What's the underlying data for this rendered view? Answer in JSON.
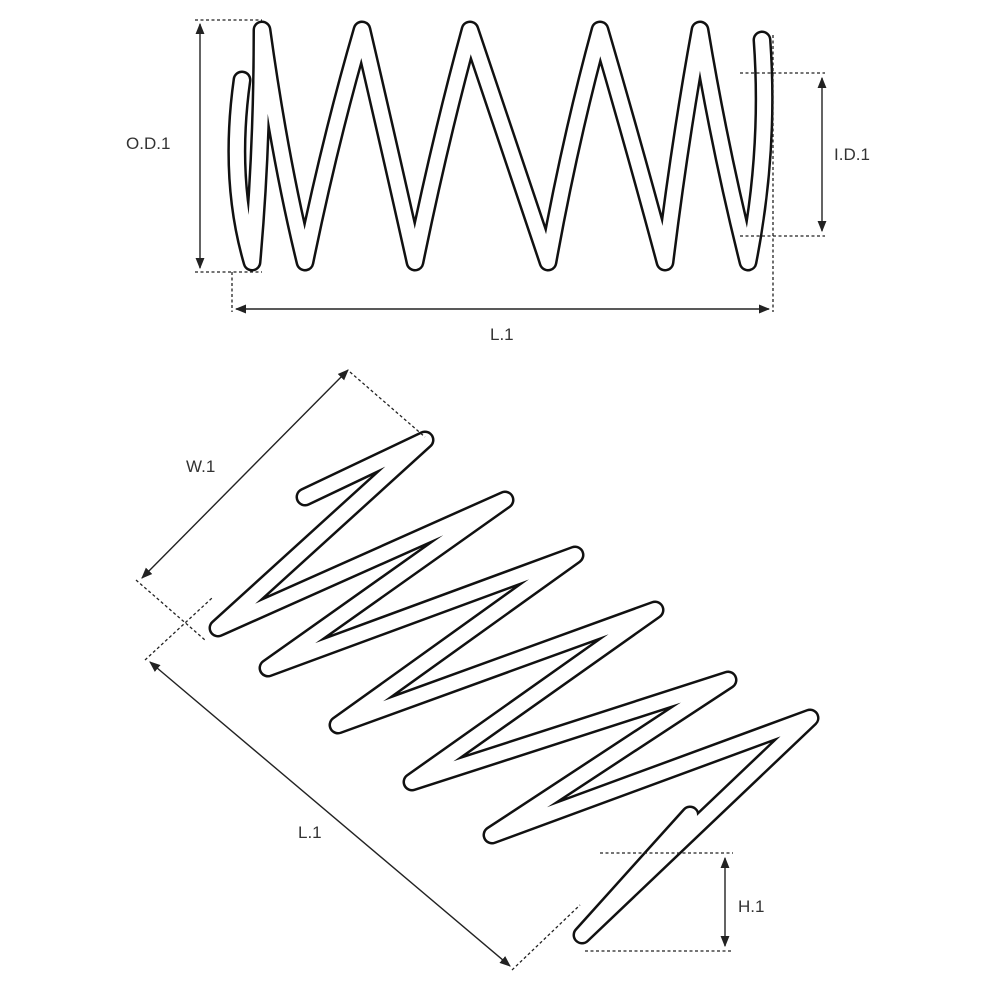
{
  "top_view": {
    "od_label": "O.D.1",
    "id_label": "I.D.1",
    "length_label": "L.1"
  },
  "bottom_view": {
    "width_label": "W.1",
    "length_label": "L.1",
    "height_label": "H.1"
  }
}
